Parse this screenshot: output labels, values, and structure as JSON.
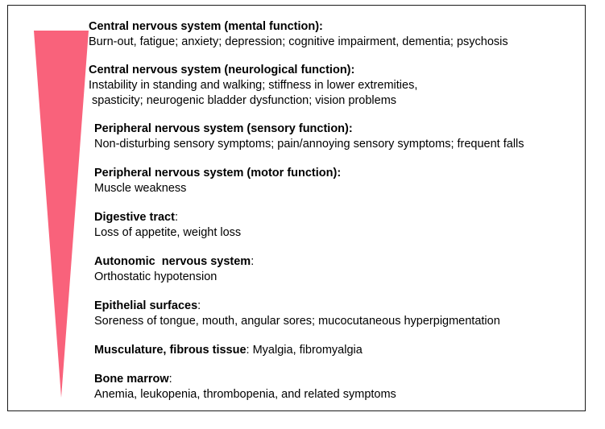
{
  "wedge_color": "#f9627b",
  "items": [
    {
      "heading": "Central nervous system (mental function):",
      "suffix": "",
      "lines": [
        "Burn-out, fatigue; anxiety;  depression; cognitive impairment, dementia; psychosis"
      ]
    },
    {
      "heading": "Central nervous system (neurological function):",
      "suffix": "",
      "lines": [
        "Instability in standing and walking; stiffness in lower extremities,",
        " spasticity; neurogenic bladder dysfunction; vision problems"
      ]
    },
    {
      "heading": "Peripheral nervous system (sensory function):",
      "suffix": "",
      "lines": [
        "Non-disturbing sensory symptoms; pain/annoying sensory symptoms; frequent falls"
      ]
    },
    {
      "heading": "Peripheral nervous system (motor function):",
      "suffix": "",
      "lines": [
        "Muscle weakness"
      ]
    },
    {
      "heading": "Digestive tract",
      "suffix": ":",
      "lines": [
        "Loss of appetite, weight loss"
      ]
    },
    {
      "heading": "Autonomic  nervous system",
      "suffix": ":",
      "lines": [
        "Orthostatic hypotension"
      ]
    },
    {
      "heading": "Epithelial surfaces",
      "suffix": ":",
      "lines": [
        "Soreness of tongue, mouth, angular sores; mucocutaneous hyperpigmentation"
      ]
    },
    {
      "heading": "Musculature, fibrous tissue",
      "suffix": ": Myalgia, fibromyalgia",
      "lines": []
    },
    {
      "heading": "Bone marrow",
      "suffix": ":",
      "lines": [
        "Anemia, leukopenia, thrombopenia, and related symptoms"
      ]
    }
  ]
}
